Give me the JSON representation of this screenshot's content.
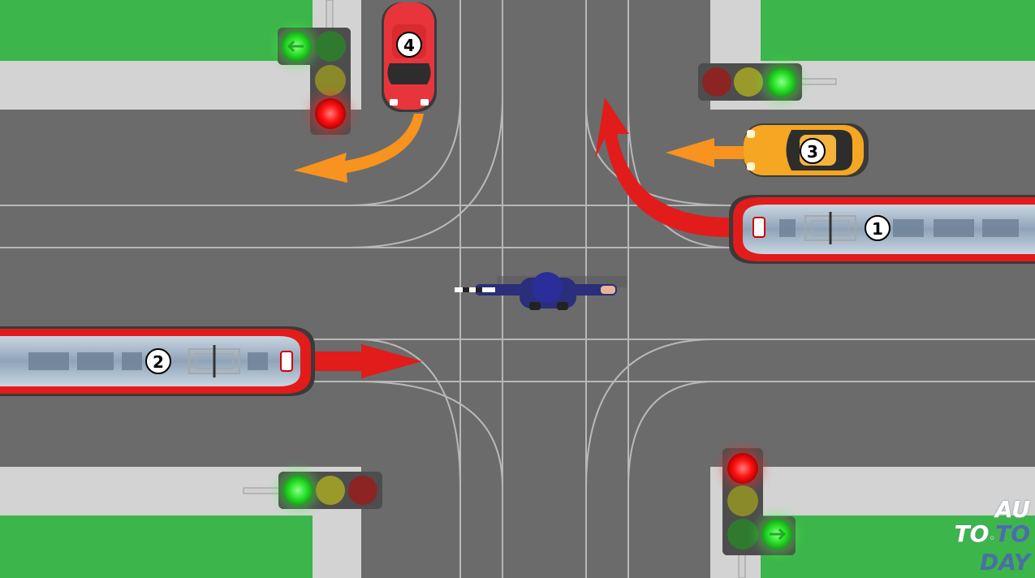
{
  "vehicles": {
    "tram_1": {
      "number": "1"
    },
    "tram_2": {
      "number": "2"
    },
    "car_3": {
      "number": "3",
      "color": "#f5a623"
    },
    "car_4": {
      "number": "4",
      "color": "#e8353b"
    }
  },
  "traffic_lights": {
    "top_left": {
      "states": [
        "green-arrow",
        "off",
        "off",
        "red"
      ]
    },
    "top_right": {
      "states": [
        "off-red",
        "off-yellow",
        "green"
      ]
    },
    "bottom_left": {
      "states": [
        "green",
        "off-yellow",
        "off-red"
      ]
    },
    "bottom_right": {
      "states": [
        "red",
        "off",
        "off",
        "green-arrow"
      ]
    }
  },
  "colors": {
    "road": "#6b6b6b",
    "grass": "#3cb54a",
    "sidewalk": "#d3d3d3",
    "tram_body": "#e21b1b",
    "arrow_red": "#e21b1b",
    "arrow_orange": "#f7931e",
    "light_green": "#2ee82e",
    "light_red": "#ff1a1a"
  },
  "watermark": {
    "line1": "AU",
    "line2a": "TO",
    "line2b": "TO",
    "line3": "DAY"
  }
}
